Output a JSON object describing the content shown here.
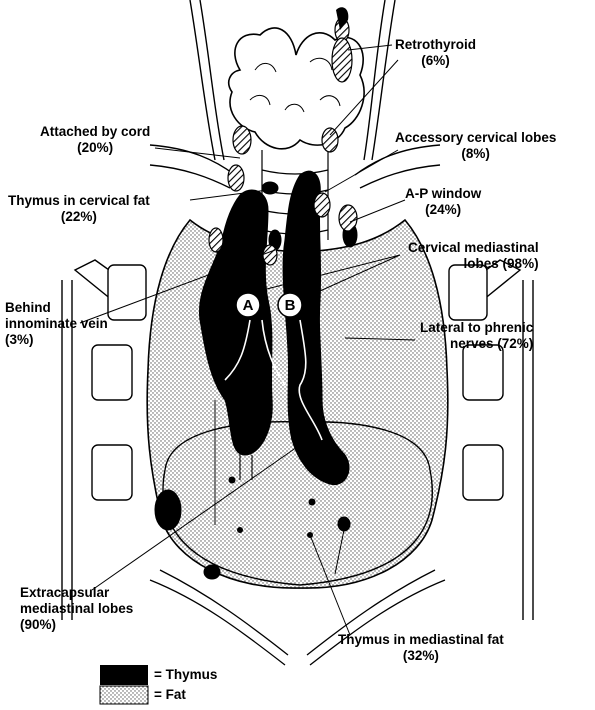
{
  "labels": {
    "retrothyroid": {
      "name": "Retrothyroid",
      "pct": "(6%)"
    },
    "attached_by_cord": {
      "name": "Attached by cord",
      "pct": "(20%)"
    },
    "accessory_cervical": {
      "name": "Accessory cervical lobes",
      "pct": "(8%)"
    },
    "thymus_cervical_fat": {
      "name": "Thymus in cervical fat",
      "pct": "(22%)"
    },
    "ap_window": {
      "name": "A-P window",
      "pct": "(24%)"
    },
    "cervical_mediastinal": {
      "name": "Cervical mediastinal",
      "pct": "lobes (98%)"
    },
    "behind_innominate": {
      "line1": "Behind",
      "line2": "innominate vein",
      "pct": "(3%)"
    },
    "lateral_phrenic": {
      "line1": "Lateral to phrenic",
      "line2": "nerves   (72%)"
    },
    "extracapsular": {
      "line1": "Extracapsular",
      "line2": "mediastinal lobes",
      "pct": "(90%)"
    },
    "thymus_mediastinal_fat": {
      "name": "Thymus in mediastinal fat",
      "pct": "(32%)"
    }
  },
  "markers": {
    "a": "A",
    "b": "B"
  },
  "legend": {
    "thymus": "= Thymus",
    "fat": "= Fat"
  },
  "colors": {
    "thymus": "#000000",
    "fat": "#dcdcdc",
    "outline": "#000000"
  }
}
